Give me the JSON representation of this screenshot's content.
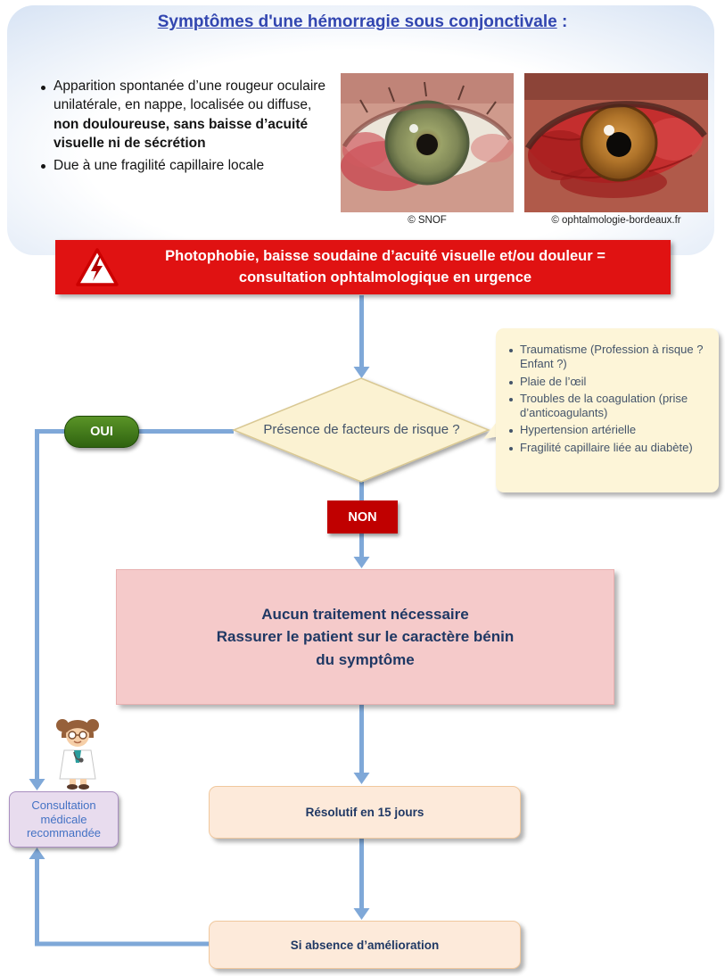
{
  "header": {
    "title": "Symptômes d'une hémorragie sous conjonctivale",
    "title_suffix": " :",
    "bullet1_normal": "Apparition spontanée d’une rougeur oculaire unilatérale, en nappe, localisée ou diffuse, ",
    "bullet1_bold": "non douloureuse, sans baisse d’acuité visuelle ni de sécrétion",
    "bullet2": "Due à une fragilité capillaire locale",
    "caption_left": "© SNOF",
    "caption_right": "© ophtalmologie-bordeaux.fr"
  },
  "warning": {
    "line1": "Photophobie, baisse soudaine d’acuité visuelle et/ou douleur =",
    "line2": "consultation ophtalmologique en urgence"
  },
  "decision": {
    "question": "Présence de facteurs de risque ?"
  },
  "branch": {
    "yes": "OUI",
    "no": "NON"
  },
  "risk_factors": [
    "Traumatisme (Profession à risque ? Enfant ?)",
    "Plaie de l’œil",
    "Troubles de la coagulation (prise d’anticoagulants)",
    "Hypertension artérielle",
    "Fragilité capillaire liée au diabète)"
  ],
  "treatment": {
    "line1": "Aucun traitement nécessaire",
    "line2": "Rassurer le patient sur le caractère bénin",
    "line3": "du symptôme"
  },
  "followup": {
    "resolutif": "Résolutif en 15 jours",
    "absence": "Si absence d’amélioration"
  },
  "consultation": {
    "label": "Consultation médicale recommandée"
  },
  "colors": {
    "accent_blue": "#3246b0",
    "warning_red": "#e01212",
    "yes_green": "#3f7a1a",
    "no_red": "#c00000",
    "arrow_blue": "#7fa8d8",
    "diamond_fill": "#fbf2d2",
    "callout_fill": "#fdf5d8",
    "treatment_pink": "#f5caca",
    "followup_cream": "#fdeada",
    "consultation_lavender": "#e8dcee"
  }
}
